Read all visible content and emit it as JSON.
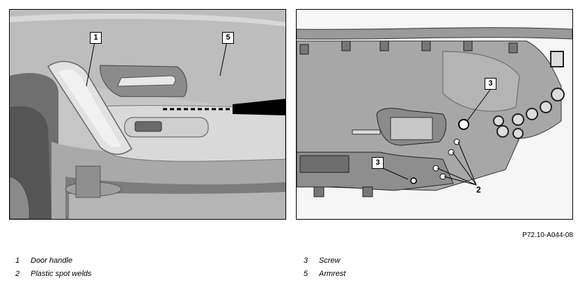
{
  "callouts": {
    "left_handle": "1",
    "left_armrest": "5",
    "right_screw_top": "3",
    "right_screw_bottom": "3",
    "right_welds": "2"
  },
  "figure_ref": "P72.10-A044-08",
  "legend": [
    {
      "num": "1",
      "text": "Door handle"
    },
    {
      "num": "2",
      "text": "Plastic spot welds"
    },
    {
      "num": "3",
      "text": "Screw"
    },
    {
      "num": "5",
      "text": "Armrest"
    }
  ]
}
